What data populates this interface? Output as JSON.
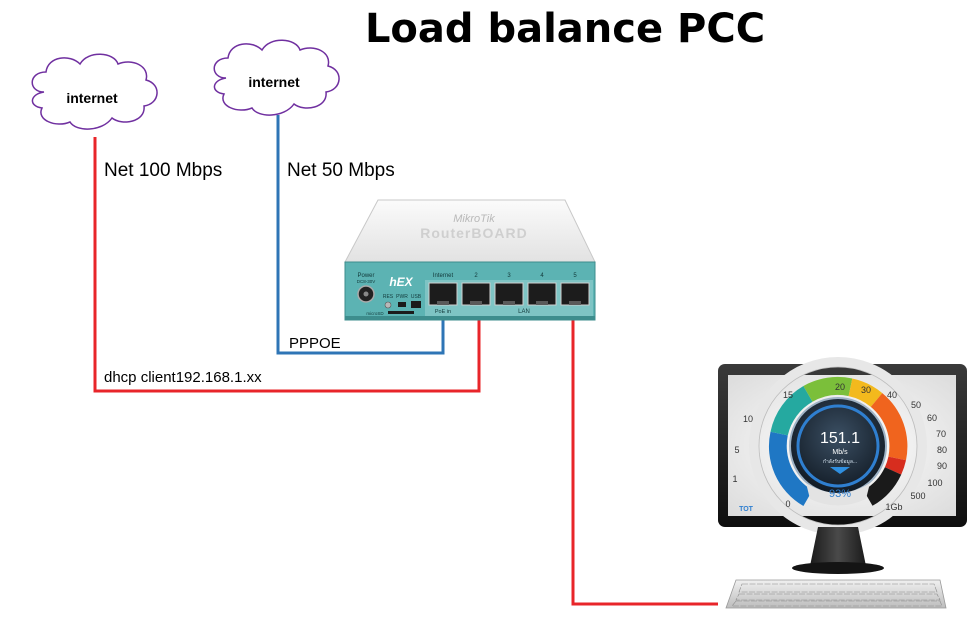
{
  "title": "Load balance PCC",
  "clouds": [
    {
      "label": "internet"
    },
    {
      "label": "internet"
    }
  ],
  "links": {
    "wan1_speed": "Net 100 Mbps",
    "wan2_speed": "Net 50 Mbps",
    "wan2_type": "PPPOE",
    "wan1_type": "dhcp client192.168.1.xx"
  },
  "router": {
    "brand": "MikroTik",
    "model_line": "RouterBOARD",
    "model": "hEX",
    "power_label": "Power",
    "power_spec": "DC8-30V",
    "res_label": "RES",
    "pwr_label": "PWR",
    "usb_label": "USB",
    "microsd_label": "microSD",
    "ports": [
      "Internet",
      "2",
      "3",
      "4",
      "5"
    ],
    "poe_label": "PoE in",
    "lan_label": "LAN"
  },
  "speedometer": {
    "value": "151.1",
    "unit": "Mb/s",
    "status": "กำลังรับข้อมูล...",
    "percent": "93%",
    "ticks": [
      "0",
      "1",
      "5",
      "10",
      "15",
      "20",
      "30",
      "40",
      "50",
      "60",
      "70",
      "80",
      "90",
      "100",
      "500",
      "1Gb"
    ],
    "logo": "TOT"
  },
  "colors": {
    "wan1_line": "#e8252a",
    "wan2_line": "#2e75b6",
    "lan_line": "#e8252a",
    "router_teal": "#5cb3b3"
  }
}
